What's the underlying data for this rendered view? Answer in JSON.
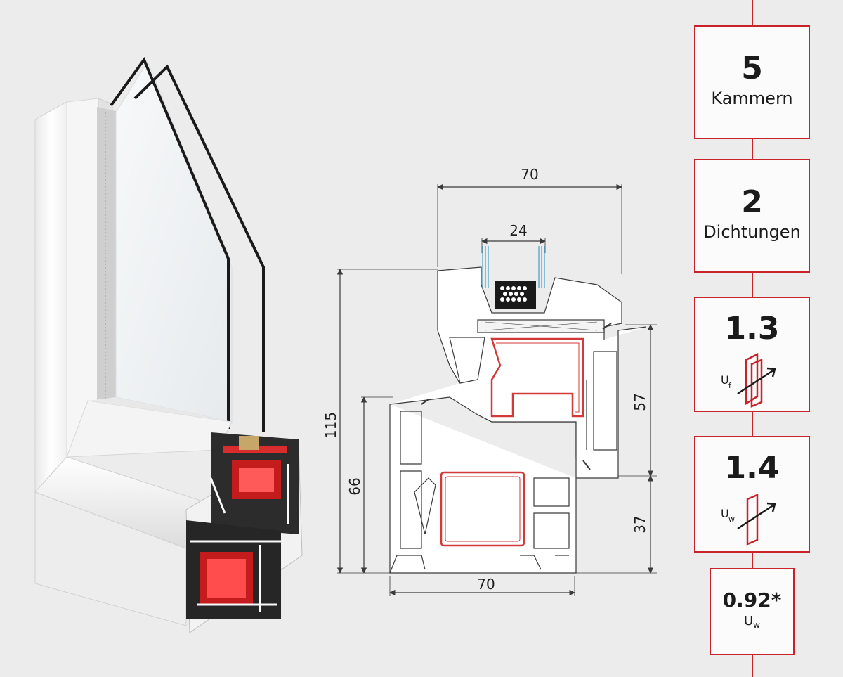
{
  "colors": {
    "accent": "#c8222a",
    "profile_white": "#ffffff",
    "line": "#3a3a3a",
    "background": "#ececec"
  },
  "dimensions": {
    "top_width": "70",
    "glass_thickness": "24",
    "total_height": "115",
    "frame_height": "66",
    "sash_height": "57",
    "lower_height": "37",
    "bottom_width": "70"
  },
  "specs": {
    "chambers": {
      "value": "5",
      "label": "Kammern"
    },
    "seals": {
      "value": "2",
      "label": "Dichtungen"
    },
    "uf": {
      "value": "1.3",
      "symbol": "U",
      "subscript": "f",
      "icon": "frame-insulation-icon"
    },
    "uw": {
      "value": "1.4",
      "symbol": "U",
      "subscript": "w",
      "icon": "window-insulation-icon"
    },
    "uw_optional": {
      "value": "0.92*",
      "symbol": "U",
      "subscript": "w"
    }
  }
}
